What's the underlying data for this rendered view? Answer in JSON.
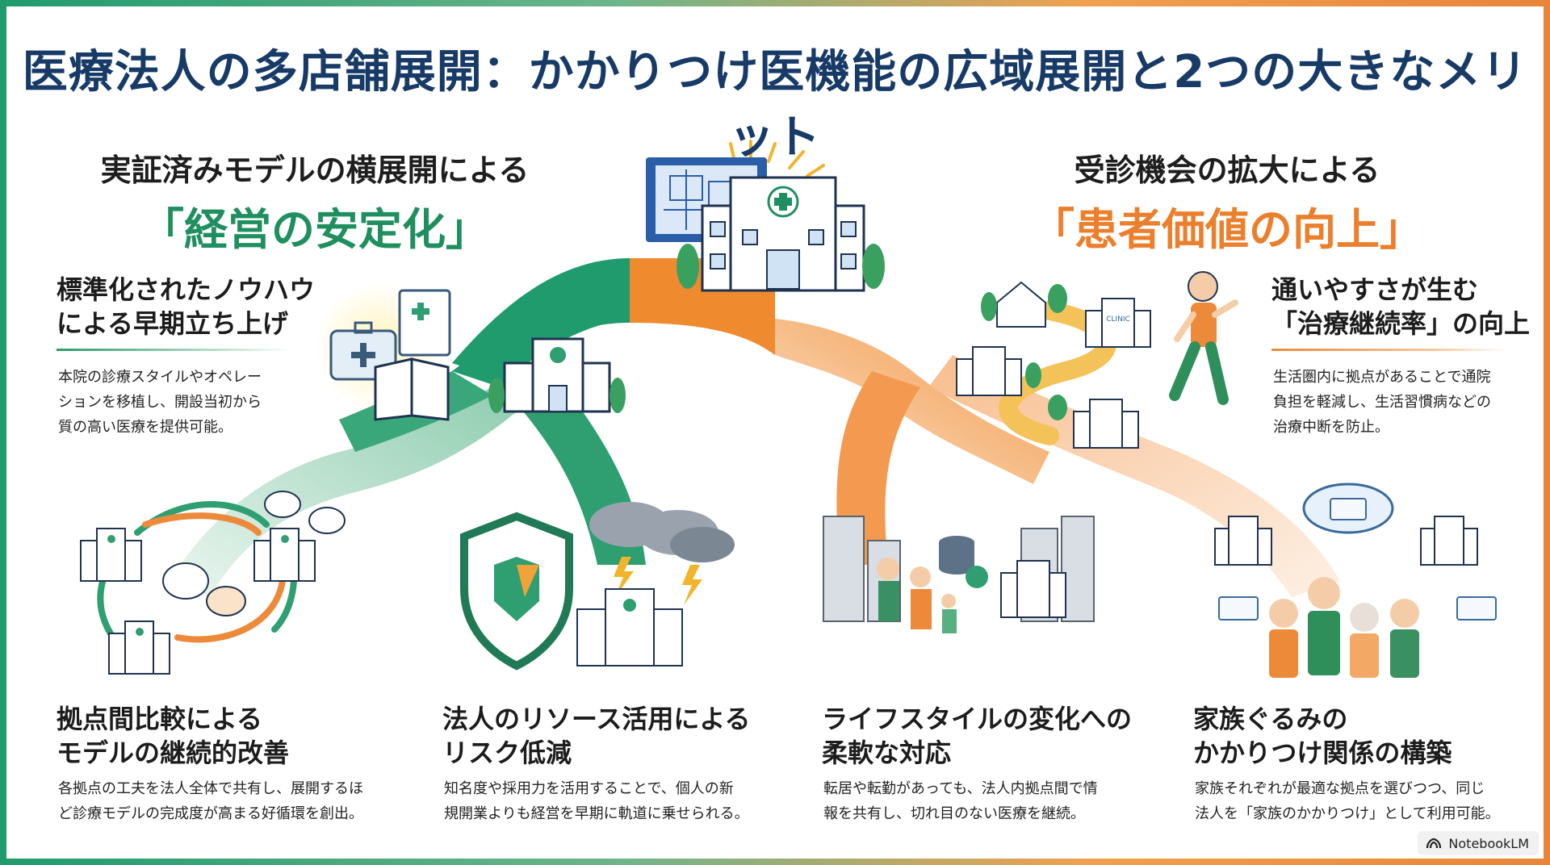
{
  "title": "医療法人の多店舗展開：かかりつけ医機能の広域展開と2つの大きなメリット",
  "left": {
    "subtitle": "実証済みモデルの横展開による",
    "headline": "「経営の安定化」",
    "color": "#1f8f5f",
    "block1": {
      "title_line1": "標準化されたノウハウ",
      "title_line2": "による早期立ち上げ",
      "desc_line1": "本院の診療スタイルやオペレー",
      "desc_line2": "ションを移植し、開設当初から",
      "desc_line3": "質の高い医療を提供可能。"
    },
    "block2": {
      "title_line1": "拠点間比較による",
      "title_line2": "モデルの継続的改善",
      "desc_line1": "各拠点の工夫を法人全体で共有し、展開するほ",
      "desc_line2": "ど診療モデルの完成度が高まる好循環を創出。"
    },
    "block3": {
      "title_line1": "法人のリソース活用による",
      "title_line2": "リスク低減",
      "desc_line1": "知名度や採用力を活用することで、個人の新",
      "desc_line2": "規開業よりも経営を早期に軌道に乗せられる。"
    }
  },
  "right": {
    "subtitle": "受診機会の拡大による",
    "headline": "「患者価値の向上」",
    "color": "#ec7f2c",
    "block1": {
      "title_line1": "通いやすさが生む",
      "title_line2": "「治療継続率」の向上",
      "desc_line1": "生活圏内に拠点があることで通院",
      "desc_line2": "負担を軽減し、生活習慣病などの",
      "desc_line3": "治療中断を防止。"
    },
    "block2": {
      "title_line1": "ライフスタイルの変化への",
      "title_line2": "柔軟な対応",
      "desc_line1": "転居や転勤があっても、法人内拠点間で情",
      "desc_line2": "報を共有し、切れ目のない医療を継続。"
    },
    "block3": {
      "title_line1": "家族ぐるみの",
      "title_line2": "かかりつけ関係の構築",
      "desc_line1": "家族それぞれが最適な拠点を選びつつ、同じ",
      "desc_line2": "法人を「家族のかかりつけ」として利用可能。"
    }
  },
  "illustration": {
    "clinic_sign": "CLINIC",
    "icons": [
      "hospital-icon",
      "blueprint-icon",
      "medical-kit-icon",
      "manual-book-icon",
      "speech-bubble-icon",
      "cycle-arrow-icon",
      "shield-icon",
      "storm-cloud-icon",
      "lightning-icon",
      "walking-man-icon",
      "cityscape-icon",
      "family-icon",
      "database-icon",
      "cloud-icon",
      "id-card-icon",
      "tree-icon",
      "house-icon"
    ]
  },
  "badge": {
    "label": "NotebookLM"
  }
}
